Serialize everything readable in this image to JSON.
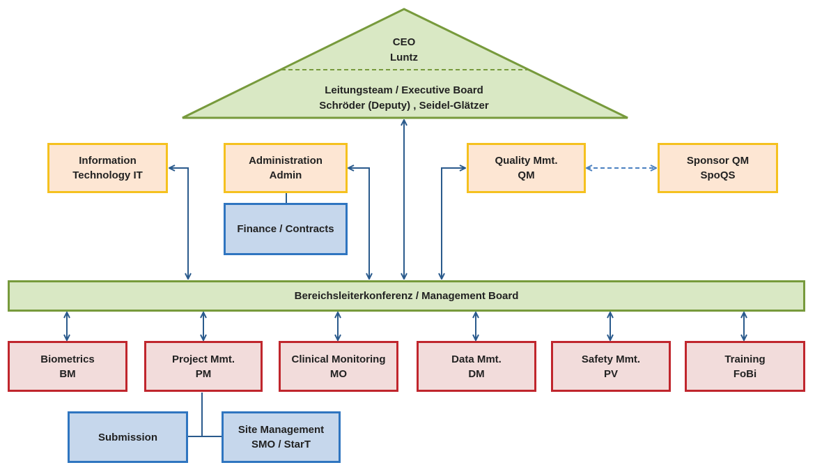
{
  "executive": {
    "ceo_title": "CEO",
    "ceo_name": "Luntz",
    "board_title": "Leitungsteam / Executive Board",
    "board_members": "Schröder (Deputy) , Seidel-Glätzer"
  },
  "staff_units": {
    "it": {
      "line1": "Information",
      "line2": "Technology IT"
    },
    "admin": {
      "line1": "Administration",
      "line2": "Admin"
    },
    "finance": {
      "label": "Finance / Contracts"
    },
    "quality": {
      "line1": "Quality Mmt.",
      "line2": "QM"
    },
    "sponsor_qm": {
      "line1": "Sponsor QM",
      "line2": "SpoQS"
    }
  },
  "management_board": {
    "label": "Bereichsleiterkonferenz / Management Board"
  },
  "departments": [
    {
      "line1": "Biometrics",
      "line2": "BM"
    },
    {
      "line1": "Project Mmt.",
      "line2": "PM"
    },
    {
      "line1": "Clinical Monitoring",
      "line2": "MO"
    },
    {
      "line1": "Data Mmt.",
      "line2": "DM"
    },
    {
      "line1": "Safety Mmt.",
      "line2": "PV"
    },
    {
      "line1": "Training",
      "line2": "FoBi"
    }
  ],
  "sub_units": {
    "submission": {
      "label": "Submission"
    },
    "site_management": {
      "line1": "Site Management",
      "line2": "SMO / StarT"
    }
  },
  "colors": {
    "staff_fill": "#fde6d3",
    "staff_border": "#f5c11f",
    "support_fill": "#c6d7ec",
    "support_border": "#2f75c0",
    "dept_fill": "#f2dcdb",
    "dept_border": "#c0262d",
    "board_fill": "#d9e8c4",
    "board_border": "#779a3c",
    "arrow": "#2a5a8c"
  }
}
